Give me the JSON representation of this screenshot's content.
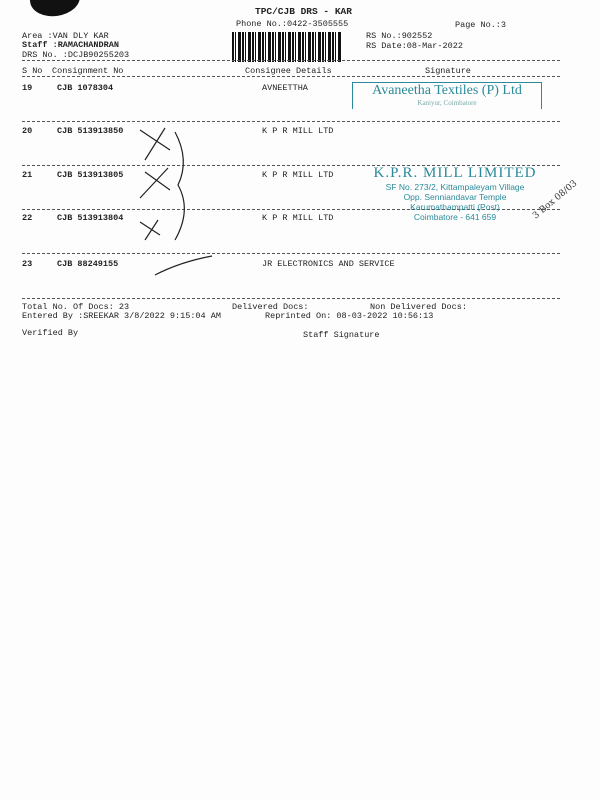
{
  "header": {
    "title": "TPC/CJB  DRS - KAR",
    "phone": "Phone No.:0422-3505555",
    "page": "Page No.:3",
    "area": "Area :VAN DLY KAR",
    "staff": "Staff :RAMACHANDRAN",
    "drs_no": "DRS No. :DCJB90255203",
    "rs_no": "RS No.:902552",
    "rs_date": "RS Date:08-Mar-2022"
  },
  "columns": {
    "sno": "S No",
    "consignment": "Consignment No",
    "consignee": "Consignee Details",
    "signature": "Signature"
  },
  "rows": [
    {
      "sno": "19",
      "consignment": "CJB 1078304",
      "consignee": "AVNEETTHA"
    },
    {
      "sno": "20",
      "consignment": "CJB 513913850",
      "consignee": "K P R MILL LTD"
    },
    {
      "sno": "21",
      "consignment": "CJB 513913805",
      "consignee": "K P R MILL LTD"
    },
    {
      "sno": "22",
      "consignment": "CJB 513913804",
      "consignee": "K P R MILL LTD"
    },
    {
      "sno": "23",
      "consignment": "CJB 88249155",
      "consignee": "JR ELECTRONICS AND SERVICE"
    }
  ],
  "stamps": {
    "avneetha": "Avaneetha Textiles (P) Ltd",
    "avneetha_sub": "Kaniyur, Coimbatore",
    "kpr_title": "K.P.R. MILL LIMITED",
    "kpr_lines": [
      "SF No. 273/2, Kittampaleyam Village",
      "Opp. Senniandavar Temple",
      "Karumathampatti (Post)",
      "Coimbatore - 641 659"
    ],
    "handwritten": "3 Box 08/03"
  },
  "footer": {
    "total": "Total No. Of Docs:  23",
    "delivered": "Delivered Docs:",
    "non_delivered": "Non Delivered Docs:",
    "entered_by": "Entered By :SREEKAR 3/8/2022 9:15:04 AM",
    "reprinted": "Reprinted On: 08-03-2022 10:56:13",
    "verified": "Verified By",
    "staff_signature": "Staff Signature"
  }
}
